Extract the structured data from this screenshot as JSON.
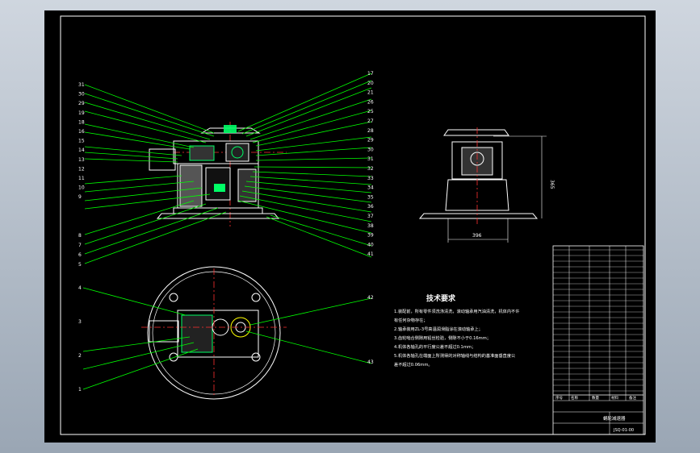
{
  "tech_requirements": {
    "title": "技术要求",
    "lines": [
      "1.装配前，所有零件须洗涤清洗，滚动轴承用汽油清洗，机体内不许",
      "有任何杂物存在；",
      "2.轴承装用ZL-3号高温润滑脂涂在滚动轴承上；",
      "3.齿轮啮合侧隙用铅丝检验，侧隙不小于0.16mm；",
      "4.机体各轴孔的平行度公差不超过0.1mm；",
      "5.机体各轴孔在端面上所测得的对称轴线与结构的基准面垂直度公",
      "差不超过0.06mm。"
    ]
  },
  "dimensions": {
    "height": "365",
    "width": "396"
  },
  "balloons_left_top": [
    "31",
    "30",
    "29",
    "19",
    "18",
    "16",
    "15",
    "14",
    "13",
    "12",
    "11",
    "10",
    "9"
  ],
  "balloons_left_bottom": [
    "8",
    "7",
    "6",
    "5"
  ],
  "balloons_right": [
    "17",
    "20",
    "21",
    "26",
    "25",
    "27",
    "28",
    "29",
    "30",
    "31",
    "32",
    "33",
    "34",
    "35",
    "36",
    "37",
    "38",
    "39",
    "40",
    "41"
  ],
  "balloons_plan_left": [
    "4",
    "3",
    "2",
    "1"
  ],
  "balloons_plan_right": [
    "42",
    "43"
  ],
  "title_block": {
    "drawing_name": "蜗轮减速器",
    "drawing_no": "JSQ-01-00",
    "bottom_headers": [
      "序号",
      "名称",
      "数量",
      "材料",
      "备注"
    ]
  },
  "colors": {
    "sheet": "#000000",
    "line": "#ffffff",
    "leader": "#00ff00",
    "center": "#ff3030",
    "section": "#00ff66",
    "highlight": "#ffff00"
  }
}
